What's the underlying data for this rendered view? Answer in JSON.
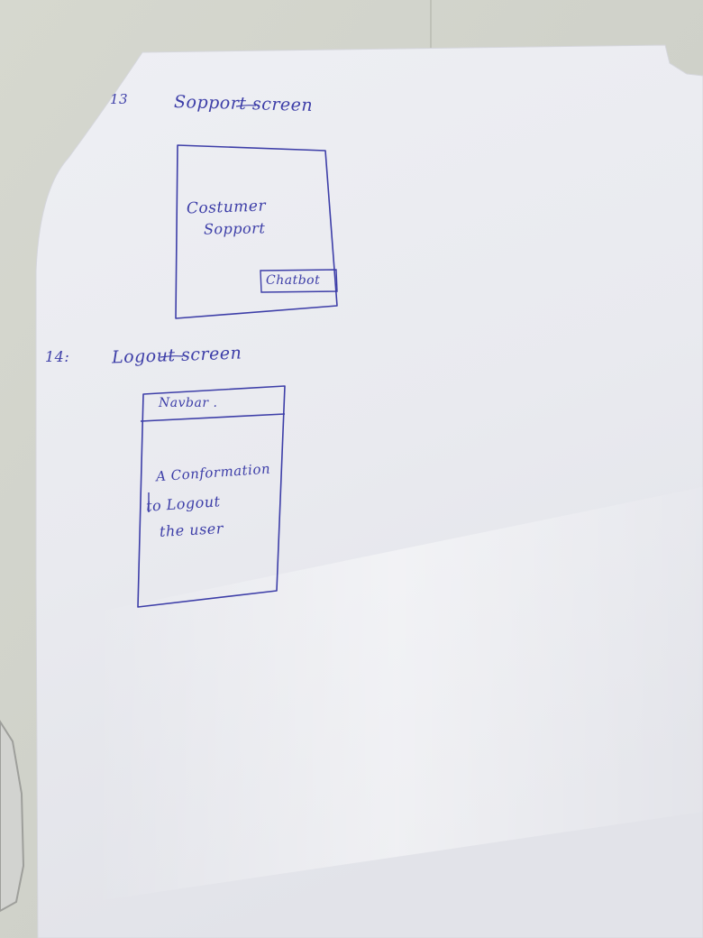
{
  "paper": {
    "sections": [
      {
        "number": "13",
        "title": "Sopport screen",
        "wireframe": {
          "body_lines": [
            "Costumer",
            "Sopport"
          ],
          "button_label": "Chatbot"
        }
      },
      {
        "number": "14:",
        "title": "Logout screen",
        "wireframe": {
          "header_label": "Navbar .",
          "body_lines": [
            "A Conformation",
            "to Logout",
            "the user"
          ]
        }
      }
    ]
  },
  "colors": {
    "ink": "#3d3ea8",
    "paper": "#eeeff3",
    "background": "#d9d9d4"
  }
}
